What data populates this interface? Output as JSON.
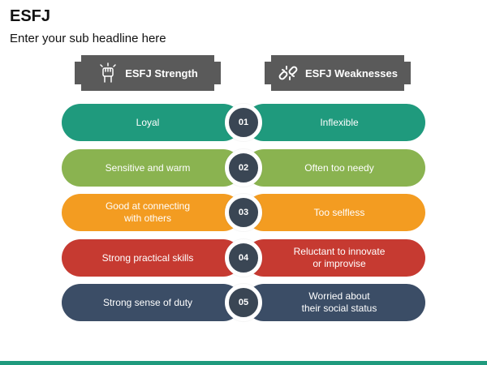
{
  "slide": {
    "title": "ESFJ",
    "subtitle": "Enter your sub headline here"
  },
  "headers": {
    "strength": {
      "label": "ESFJ Strength",
      "icon": "raised-fist-icon"
    },
    "weakness": {
      "label": "ESFJ Weaknesses",
      "icon": "broken-chain-icon"
    }
  },
  "colors": {
    "header_bg": "#5a5a5a",
    "number_circle": "#3a4654",
    "bottom_bar": "#1f9a7d"
  },
  "rows": [
    {
      "number": "01",
      "strength": "Loyal",
      "weakness": "Inflexible",
      "color": "#1f9a7d"
    },
    {
      "number": "02",
      "strength": "Sensitive and warm",
      "weakness": "Often too needy",
      "color": "#8ab350"
    },
    {
      "number": "03",
      "strength": "Good at connecting\nwith others",
      "weakness": "Too selfless",
      "color": "#f39c21"
    },
    {
      "number": "04",
      "strength": "Strong practical skills",
      "weakness": "Reluctant to innovate\nor improvise",
      "color": "#c63a31"
    },
    {
      "number": "05",
      "strength": "Strong sense of duty",
      "weakness": "Worried about\ntheir social status",
      "color": "#3b4d66"
    }
  ]
}
